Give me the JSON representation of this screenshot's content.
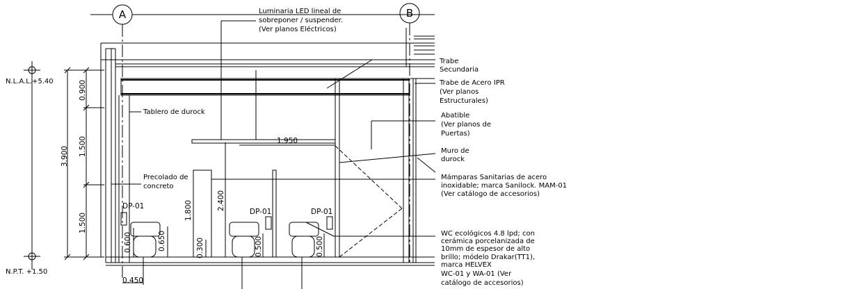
{
  "grid_axes": {
    "a": "A",
    "b": "B"
  },
  "levels": {
    "top": "N.L.A.L.+5.40",
    "bottom": "N.P.T. +1.50"
  },
  "dimensions": {
    "total_height": "3.900",
    "upper": "0.900",
    "middle": "1.500",
    "lower": "1.500",
    "span": "1.950",
    "partition_height": "2.400",
    "mampara_height": "1.800",
    "mampara_clearance": "0.300",
    "wc_height_1": "0.600",
    "wc_height_2": "0.650",
    "wc_height_3": "0.500",
    "wc_height_4": "0.500",
    "wc_offset": "0.450"
  },
  "dispenser_tags": [
    "DP-01",
    "DP-01",
    "DP-01"
  ],
  "notes": {
    "luminaria": [
      "Luminaria LED lineal de",
      "sobreponer / suspender.",
      "(Ver planos Eléctricos)"
    ],
    "trabe_secundaria": [
      "Trabe",
      "Secundaria"
    ],
    "trabe_acero": [
      "Trabe de Acero IPR",
      "(Ver planos",
      "Estructurales)"
    ],
    "tablero": [
      "Tablero de durock"
    ],
    "abatible": [
      "Abatible",
      "(Ver planos de",
      "Puertas)"
    ],
    "muro": [
      "Muro de",
      "durock"
    ],
    "precolado": [
      "Precolado de",
      "concreto"
    ],
    "mamparas": [
      "Mámparas Sanitarias de acero",
      "inoxidable; marca Sanilock. MAM-01",
      "(Ver catálogo de accesorios)"
    ],
    "wc": [
      "WC ecológicos 4.8 lpd; con",
      "cerámica porcelanizada de",
      "10mm de espesor de alto",
      "brillo; módelo Drakar(TT1),",
      "marca HELVEX",
      "WC-01 y WA-01 (Ver",
      "catálogo de accesorios)"
    ]
  }
}
